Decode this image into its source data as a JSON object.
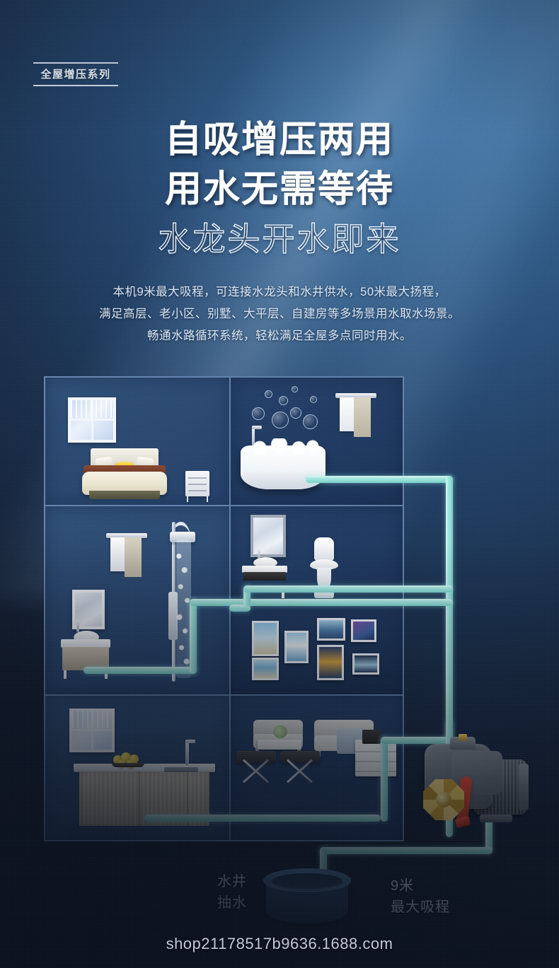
{
  "theme": {
    "bg_dark": "#16263f",
    "bg_mid": "#24456c",
    "bg_light": "#3e72a4",
    "wall": "#2c4a70",
    "frame_line": "#5b7ba5",
    "pipe": "#a6e6e0",
    "pipe_highlight": "#d8f6f3",
    "text": "#ffffff",
    "body_text": "#d9e6f4",
    "brass": "#d8ab2e",
    "red_lever": "#e8472b"
  },
  "badge": {
    "label": "全屋增压系列"
  },
  "headline": {
    "line1": "自吸增压两用",
    "line2": "用水无需等待",
    "subline": "水龙头开水即来"
  },
  "body": {
    "line1": "本机9米最大吸程，可连接水龙头和水井供水，50米最大扬程，",
    "line2": "满足高层、老小区、别墅、大平层、自建房等多场景用水取水场景。",
    "line3": "畅通水路循环系统，轻松满足全屋多点同时用水。"
  },
  "scene": {
    "rooms": [
      {
        "name": "bedroom",
        "items": [
          "window",
          "bed",
          "nightstand"
        ]
      },
      {
        "name": "bathtub-room",
        "items": [
          "bathtub",
          "bubbles",
          "faucet",
          "towel-rack"
        ]
      },
      {
        "name": "shower-room",
        "items": [
          "shower",
          "mirror",
          "vanity",
          "basin",
          "towel-rack"
        ]
      },
      {
        "name": "toilet-room",
        "items": [
          "mirror",
          "vanity",
          "basin",
          "toilet"
        ]
      },
      {
        "name": "gallery-wall",
        "items": [
          "picture-frames"
        ]
      },
      {
        "name": "kitchen",
        "items": [
          "window",
          "counter",
          "sink",
          "faucet",
          "fruit-bowl"
        ]
      },
      {
        "name": "living-room",
        "items": [
          "sofa",
          "loveseat",
          "ottomans",
          "coffee-table",
          "cabinet"
        ]
      }
    ],
    "pump": {
      "name": "self-priming-booster-pump"
    },
    "well": {
      "name": "water-well"
    }
  },
  "labels": {
    "well_line1": "水井",
    "well_line2": "抽水",
    "suction_line1": "9米",
    "suction_line2": "最大吸程"
  },
  "watermark": {
    "text": "shop21178517b9636.1688.com"
  }
}
